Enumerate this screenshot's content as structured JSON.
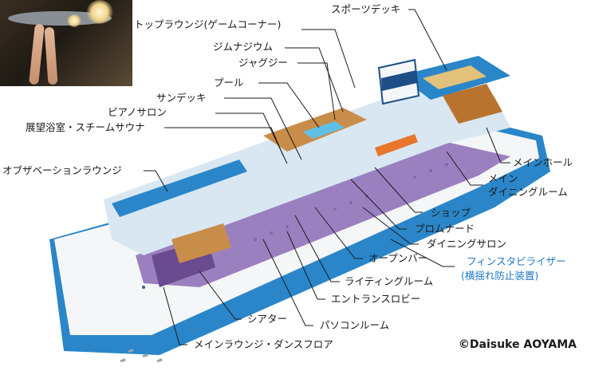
{
  "labels": {
    "top_lounge": "トップラウンジ(ゲームコーナー)",
    "sports_deck": "スポーツデッキ",
    "gym_jacuzzi": "ジムナジウム",
    "jacuzzi": "ジャグジー",
    "pool": "プール",
    "sun_deck": "サンデッキ",
    "piano_salon": "ピアノサロン",
    "bath_sauna": "展望浴室・スチームサウナ",
    "observation_lounge": "オブザベーションラウンジ",
    "main_hall": "メインホール",
    "main_dining_1": "メイン",
    "main_dining_2": "ダイニングルーム",
    "shop": "ショップ",
    "promenade": "プロムナード",
    "dining_salon": "ダイニングサロン",
    "open_bar": "オープンバー",
    "fin_stabilizer_1": "フィンスタビライザー",
    "fin_stabilizer_2": "(横揺れ防止装置)",
    "writing_room": "ライティングルーム",
    "entrance_lobby": "エントランスロビー",
    "theater": "シアター",
    "pc_room": "パソコンルーム",
    "main_lounge": "メインラウンジ・ダンスフロア"
  },
  "credit": "©Daisuke AOYAMA",
  "colors": {
    "hull_blue": "#2a86c9",
    "hull_white": "#f4f6f8",
    "deck_purple": "#8b6bb6",
    "deck_wood": "#c98d4a",
    "leader_line": "#1a1a1a",
    "stabilizer_label": "#1f79c7"
  }
}
